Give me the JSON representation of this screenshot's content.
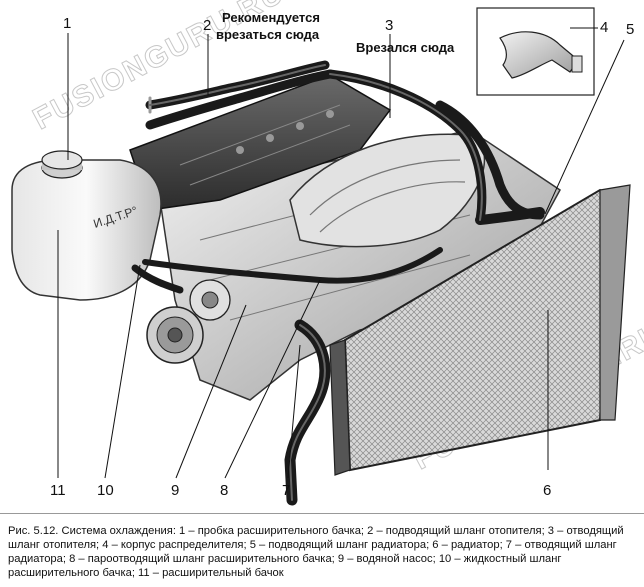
{
  "callouts": {
    "c1": "1",
    "c2": "2",
    "c3": "3",
    "c4": "4",
    "c5": "5",
    "c6": "6",
    "c7": "7",
    "c8": "8",
    "c9": "9",
    "c10": "10",
    "c11": "11"
  },
  "notes": {
    "recommended_line1": "Рекомендуется",
    "recommended_line2": "врезаться сюда",
    "cut_in_here": "Врезался сюда"
  },
  "tank_label": "И.Д.Т.Р°",
  "watermark": "FUSIONGURU.RU",
  "caption": "Рис. 5.12. Система охлаждения: 1 – пробка расширительного бачка; 2 – подводящий шланг отопителя; 3 – отводящий шланг отопителя; 4 – корпус распределителя; 5 – подводящий шланг радиатора; 6 – радиатор; 7 – отводящий шланг радиатора; 8 – пароотводящий шланг расширительного бачка; 9 – водяной насос; 10 – жидкостный шланг расширительного бачка; 11 – расширительный бачок"
}
